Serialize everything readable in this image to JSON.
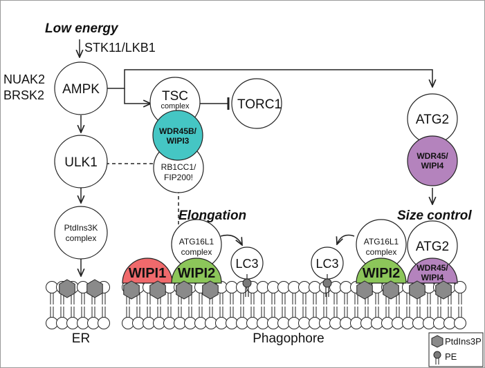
{
  "labels": {
    "low_energy": "Low energy",
    "stk11": "STK11/LKB1",
    "nuak2": "NUAK2",
    "brsk2": "BRSK2",
    "ampk": "AMPK",
    "tsc": "TSC",
    "tsc_sub": "complex",
    "torc1": "TORC1",
    "wdr45b_line1": "WDR45B/",
    "wdr45b_line2": "WIPI3",
    "rb1cc1_line1": "RB1CC1/",
    "rb1cc1_line2": "FIP200!",
    "ulk1": "ULK1",
    "pi3k_line1": "PtdIns3K",
    "pi3k_line2": "complex",
    "atg2": "ATG2",
    "wdr45_line1": "WDR45/",
    "wdr45_line2": "WIPI4",
    "elongation": "Elongation",
    "size_control": "Size control",
    "atg16l1_line1": "ATG16L1",
    "atg16l1_line2": "complex",
    "lc3": "LC3",
    "wipi1": "WIPI1",
    "wipi2": "WIPI2",
    "er": "ER",
    "phagophore": "Phagophore"
  },
  "legend": {
    "ptdins3p": "PtdIns3P",
    "pe": "PE"
  },
  "colors": {
    "wipi1": "#f06a6c",
    "wipi2": "#8cc65a",
    "wdr45b": "#45c6c4",
    "wdr45": "#b483bd",
    "hexagon": "#8a8a8a",
    "pe": "#7a7a7a"
  }
}
